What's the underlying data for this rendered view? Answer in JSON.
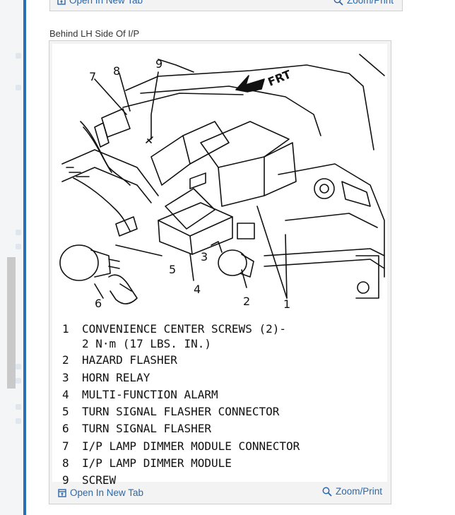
{
  "top_panel": {
    "open_link": "Open In New Tab",
    "zoom_link": "Zoom/Print"
  },
  "figure": {
    "caption": "Behind LH Side Of I/P",
    "direction_label": "FRT",
    "callouts": [
      "1",
      "2",
      "3",
      "4",
      "5",
      "6",
      "7",
      "8",
      "9"
    ],
    "legend": [
      {
        "num": "1",
        "text": "CONVENIENCE CENTER SCREWS (2)-",
        "sub": "2 N·m (17 LBS. IN.)"
      },
      {
        "num": "2",
        "text": "HAZARD FLASHER"
      },
      {
        "num": "3",
        "text": "HORN RELAY"
      },
      {
        "num": "4",
        "text": "MULTI-FUNCTION ALARM"
      },
      {
        "num": "5",
        "text": "TURN SIGNAL FLASHER CONNECTOR"
      },
      {
        "num": "6",
        "text": "TURN SIGNAL FLASHER"
      },
      {
        "num": "7",
        "text": "I/P LAMP DIMMER MODULE CONNECTOR"
      },
      {
        "num": "8",
        "text": "I/P LAMP DIMMER MODULE"
      },
      {
        "num": "9",
        "text": "SCREW"
      }
    ],
    "open_link": "Open In New Tab",
    "zoom_link": "Zoom/Print"
  },
  "colors": {
    "link": "#2c67a8",
    "rail_accent": "#2d6fb3"
  }
}
